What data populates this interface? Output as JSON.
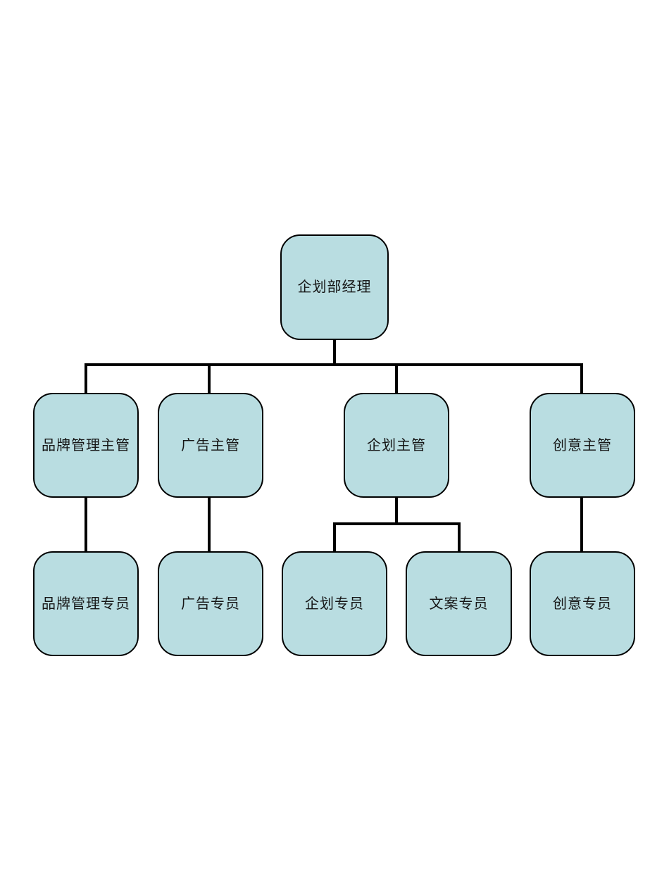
{
  "colors": {
    "node_fill": "#b9dde1",
    "node_border": "#000000",
    "connector": "#000000",
    "node_text": "#161616",
    "page_background": "#ffffff"
  },
  "org_chart": {
    "type": "org-tree",
    "nodes": [
      {
        "id": "planning-dept-manager",
        "label": "企划部经理",
        "level": 1,
        "parent": null
      },
      {
        "id": "brand-management-supervisor",
        "label": "品牌管理主管",
        "level": 2,
        "parent": "planning-dept-manager"
      },
      {
        "id": "advertising-supervisor",
        "label": "广告主管",
        "level": 2,
        "parent": "planning-dept-manager"
      },
      {
        "id": "planning-supervisor",
        "label": "企划主管",
        "level": 2,
        "parent": "planning-dept-manager"
      },
      {
        "id": "creative-supervisor",
        "label": "创意主管",
        "level": 2,
        "parent": "planning-dept-manager"
      },
      {
        "id": "brand-management-specialist",
        "label": "品牌管理专员",
        "level": 3,
        "parent": "brand-management-supervisor"
      },
      {
        "id": "advertising-specialist",
        "label": "广告专员",
        "level": 3,
        "parent": "advertising-supervisor"
      },
      {
        "id": "planning-specialist",
        "label": "企划专员",
        "level": 3,
        "parent": "planning-supervisor"
      },
      {
        "id": "copywriting-specialist",
        "label": "文案专员",
        "level": 3,
        "parent": "planning-supervisor"
      },
      {
        "id": "creative-specialist",
        "label": "创意专员",
        "level": 3,
        "parent": "creative-supervisor"
      }
    ]
  }
}
